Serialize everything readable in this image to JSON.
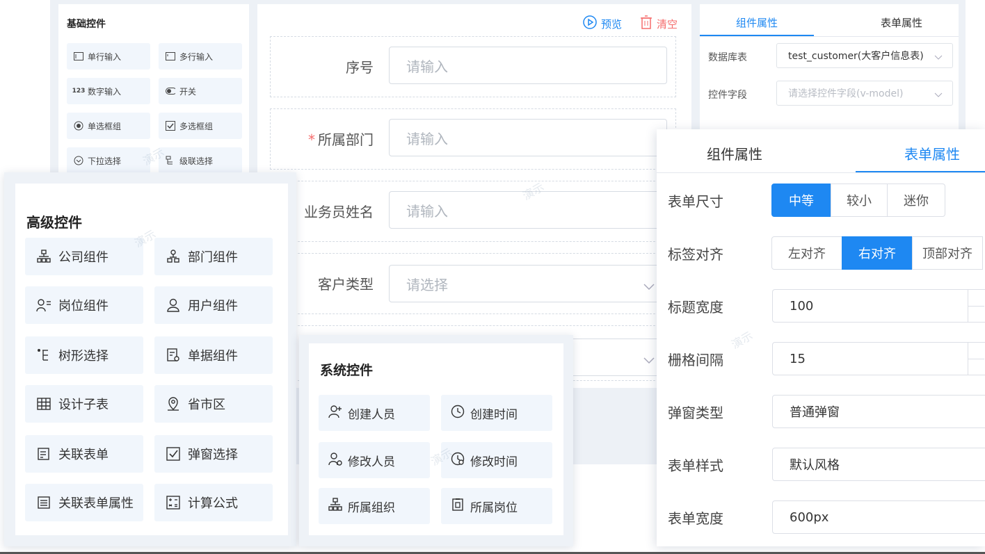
{
  "basic": {
    "title": "基础控件",
    "items": [
      {
        "label": "单行输入",
        "icon": "input-icon"
      },
      {
        "label": "多行输入",
        "icon": "textarea-icon"
      },
      {
        "label": "数字输入",
        "icon": "number-icon"
      },
      {
        "label": "开关",
        "icon": "switch-icon"
      },
      {
        "label": "单选框组",
        "icon": "radio-icon"
      },
      {
        "label": "多选框组",
        "icon": "checkbox-icon"
      },
      {
        "label": "下拉选择",
        "icon": "select-icon"
      },
      {
        "label": "级联选择",
        "icon": "cascader-icon"
      }
    ]
  },
  "toolbar": {
    "preview": "预览",
    "clear": "清空"
  },
  "form": {
    "rows": [
      {
        "label": "序号",
        "placeholder": "请输入",
        "required": false,
        "select": false
      },
      {
        "label": "所属部门",
        "placeholder": "请输入",
        "required": true,
        "select": false
      },
      {
        "label": "业务员姓名",
        "placeholder": "请输入",
        "required": false,
        "select": false
      },
      {
        "label": "客户类型",
        "placeholder": "请选择",
        "required": false,
        "select": true
      }
    ]
  },
  "props_back": {
    "tabs": [
      "组件属性",
      "表单属性"
    ],
    "db_label": "数据库表",
    "db_value": "test_customer(大客户信息表)",
    "field_label": "控件字段",
    "field_placeholder": "请选择控件字段(v-model)"
  },
  "advanced": {
    "title": "高级控件",
    "items": [
      {
        "label": "公司组件",
        "icon": "org-tree-icon"
      },
      {
        "label": "部门组件",
        "icon": "dept-tree-icon"
      },
      {
        "label": "岗位组件",
        "icon": "post-icon"
      },
      {
        "label": "用户组件",
        "icon": "user-icon"
      },
      {
        "label": "树形选择",
        "icon": "tree-select-icon"
      },
      {
        "label": "单据组件",
        "icon": "document-icon"
      },
      {
        "label": "设计子表",
        "icon": "table-icon"
      },
      {
        "label": "省市区",
        "icon": "location-icon"
      },
      {
        "label": "关联表单",
        "icon": "related-form-icon"
      },
      {
        "label": "弹窗选择",
        "icon": "check-square-icon"
      },
      {
        "label": "关联表单属性",
        "icon": "list-doc-icon"
      },
      {
        "label": "计算公式",
        "icon": "calculator-icon"
      }
    ]
  },
  "system": {
    "title": "系统控件",
    "items": [
      {
        "label": "创建人员",
        "icon": "user-add-icon"
      },
      {
        "label": "创建时间",
        "icon": "clock-icon"
      },
      {
        "label": "修改人员",
        "icon": "user-edit-icon"
      },
      {
        "label": "修改时间",
        "icon": "clock-edit-icon"
      },
      {
        "label": "所属组织",
        "icon": "org-tree-icon"
      },
      {
        "label": "所属岗位",
        "icon": "badge-icon"
      }
    ]
  },
  "formprops": {
    "tabs": [
      "组件属性",
      "表单属性"
    ],
    "size_label": "表单尺寸",
    "size_options": [
      "中等",
      "较小",
      "迷你"
    ],
    "align_label": "标签对齐",
    "align_options": [
      "左对齐",
      "右对齐",
      "顶部对齐"
    ],
    "width_label": "标题宽度",
    "width_value": "100",
    "gutter_label": "栅格间隔",
    "gutter_value": "15",
    "dialog_label": "弹窗类型",
    "dialog_value": "普通弹窗",
    "style_label": "表单样式",
    "style_value": "默认风格",
    "formwidth_label": "表单宽度",
    "formwidth_value": "600px"
  },
  "watermark": "演示",
  "colors": {
    "accent": "#1e88f2",
    "danger": "#f56c6c",
    "item_bg": "#f1f6fc"
  }
}
